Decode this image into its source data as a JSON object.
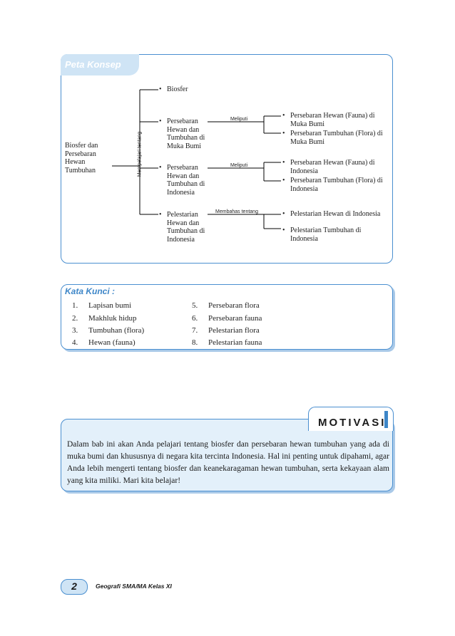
{
  "peta_konsep": {
    "title": "Peta Konsep",
    "root": "Biosfer dan Persebaran Hewan Tumbuhan",
    "root_relation": "Mempelajari tentang",
    "branches": [
      {
        "label": "Biosfer"
      },
      {
        "label": "Persebaran Hewan dan Tumbuhan di Muka Bumi",
        "relation": "Meliputi",
        "items": [
          "Persebaran Hewan (Fauna) di Muka Bumi",
          "Persebaran Tumbuhan (Flora) di Muka Bumi"
        ]
      },
      {
        "label": "Persebaran Hewan dan Tumbuhan di Indonesia",
        "relation": "Meliputi",
        "items": [
          "Persebaran Hewan (Fauna) di Indonesia",
          "Persebaran Tumbuhan (Flora) di Indonesia"
        ]
      },
      {
        "label": "Pelestarian Hewan dan Tumbuhan di Indonesia",
        "relation": "Membahas tentang",
        "items": [
          "Pelestarian Hewan di Indonesia",
          "Pelestarian Tumbuhan di Indonesia"
        ]
      }
    ]
  },
  "kata_kunci": {
    "title": "Kata Kunci :",
    "items": [
      {
        "num": "1.",
        "text": "Lapisan bumi"
      },
      {
        "num": "2.",
        "text": "Makhluk hidup"
      },
      {
        "num": "3.",
        "text": "Tumbuhan (flora)"
      },
      {
        "num": "4.",
        "text": "Hewan (fauna)"
      },
      {
        "num": "5.",
        "text": "Persebaran flora"
      },
      {
        "num": "6.",
        "text": "Persebaran fauna"
      },
      {
        "num": "7.",
        "text": "Pelestarian flora"
      },
      {
        "num": "8.",
        "text": "Pelestarian fauna"
      }
    ]
  },
  "motivasi": {
    "title": "MOTIVASI",
    "text": "Dalam bab ini akan Anda pelajari tentang biosfer dan persebaran hewan tumbuhan yang ada di muka bumi dan khususnya di negara kita tercinta Indonesia. Hal ini penting untuk dipahami, agar Anda lebih mengerti tentang biosfer dan keanekaragaman hewan tumbuhan, serta kekayaan alam yang kita miliki. Mari kita belajar!"
  },
  "footer": {
    "page_number": "2",
    "book_title": "Geografi SMA/MA Kelas XI"
  },
  "colors": {
    "accent": "#4a8fd0",
    "tab_fill": "#cfe4f5",
    "motivasi_fill": "#e3f0fa"
  }
}
